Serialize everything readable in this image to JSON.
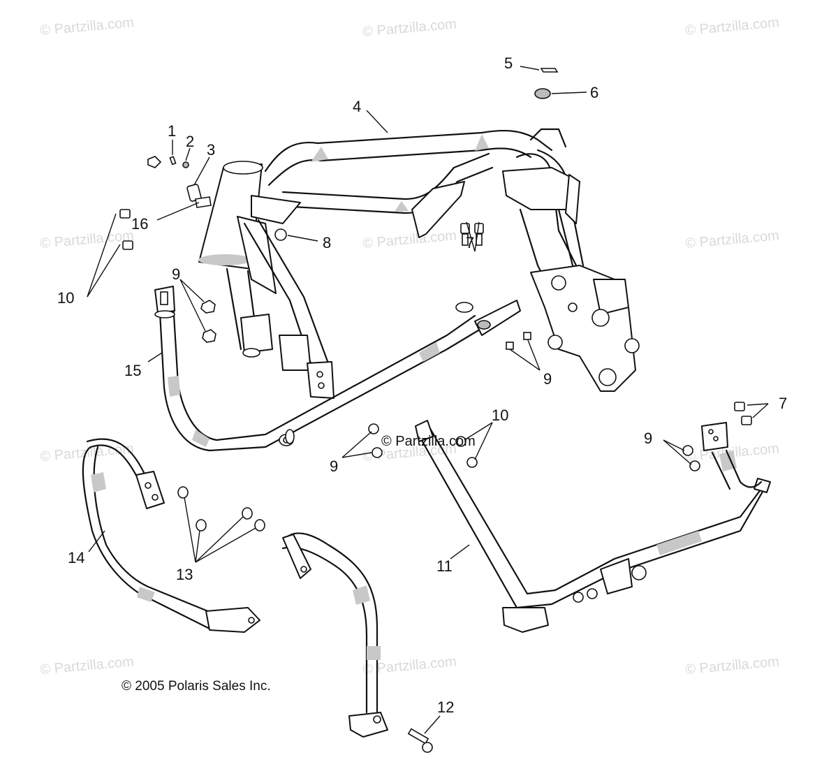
{
  "watermarks": [
    "© Partzilla.com",
    "© Partzilla.com",
    "© Partzilla.com",
    "© Partzilla.com",
    "© Partzilla.com",
    "© Partzilla.com",
    "© Partzilla.com",
    "© Partzilla.com",
    "© Partzilla.com",
    "© Partzilla.com",
    "© Partzilla.com",
    "© Partzilla.com"
  ],
  "copyright": "© 2005 Polaris Sales Inc.",
  "callouts": {
    "c1": "1",
    "c2": "2",
    "c3": "3",
    "c4": "4",
    "c5": "5",
    "c6": "6",
    "c7a": "7",
    "c7b": "7",
    "c8": "8",
    "c9a": "9",
    "c9b": "9",
    "c9c": "9",
    "c9d": "9",
    "c10a": "10",
    "c10b": "10",
    "c11": "11",
    "c12": "12",
    "c13": "13",
    "c14": "14",
    "c15": "15",
    "c16": "16"
  }
}
